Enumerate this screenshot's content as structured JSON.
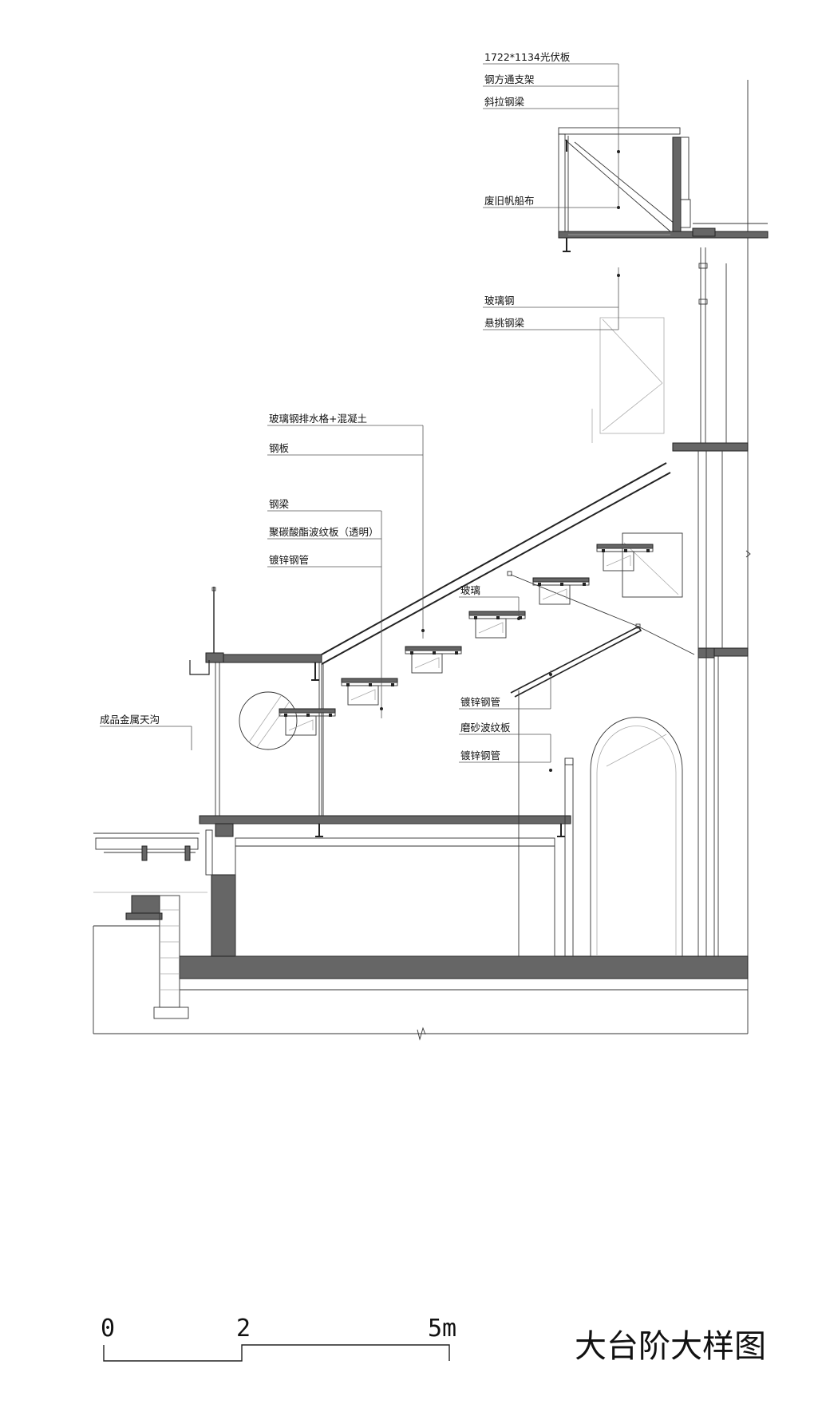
{
  "labels": {
    "pv_panel": "1722*1134光伏板",
    "steel_square_frame": "钢方通支架",
    "diagonal_steel_beam": "斜拉钢梁",
    "recycled_sail_cloth": "废旧帆船布",
    "frp_top": "玻璃钢",
    "cantilever_steel_beam": "悬挑钢梁",
    "frp_drain_grate": "玻璃钢排水格+混凝土",
    "steel_plate": "钢板",
    "steel_beam": "钢梁",
    "pc_corrugated_board": "聚碳酸酯波纹板（透明）",
    "galvanized_pipe_1": "镀锌钢管",
    "glass": "玻璃",
    "galvanized_pipe_2": "镀锌钢管",
    "frosted_corrugated_board": "磨砂波纹板",
    "galvanized_pipe_3": "镀锌钢管",
    "metal_gutter": "成品金属天沟"
  },
  "scale_bar": {
    "tick_0": "0",
    "tick_2": "2",
    "tick_5": "5m"
  },
  "title": "大台阶大样图"
}
